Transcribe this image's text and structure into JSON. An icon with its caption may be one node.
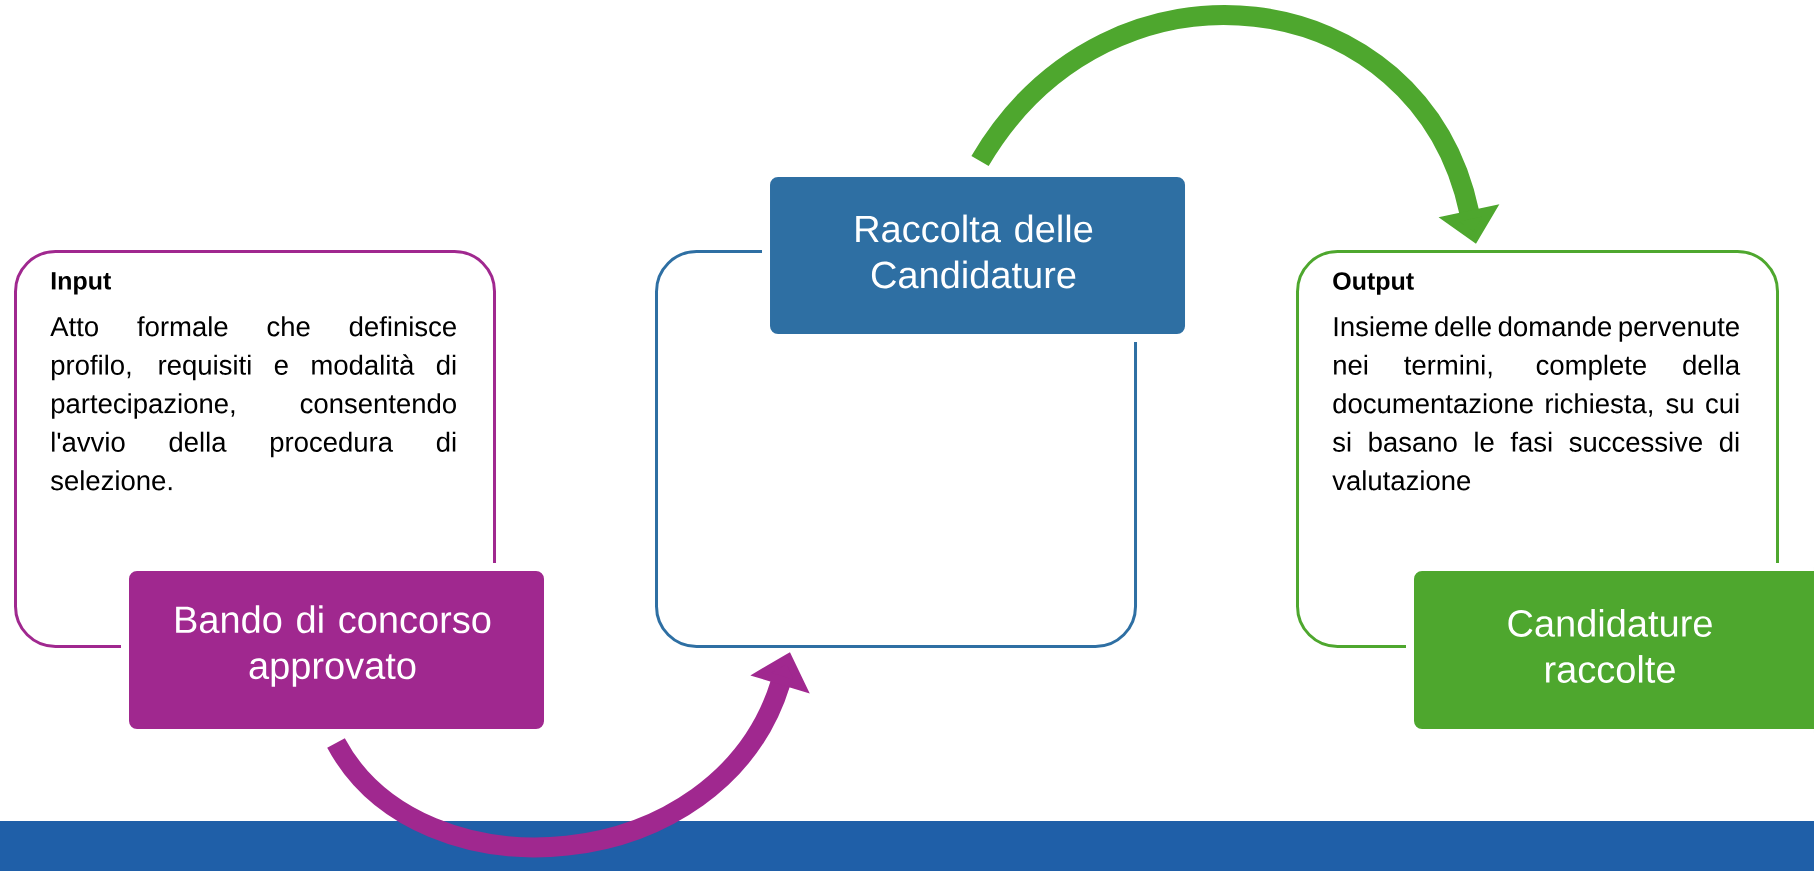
{
  "diagram": {
    "nodes": [
      {
        "text": [
          "Input",
          "Atto formale che definisce profilo, requisiti e modalità di partecipazione, consentendo l'avvio della procedura di selezione."
        ]
      },
      {
        "text": [
          "Bando di concorso approvato"
        ]
      },
      {
        "text": [],
        "shape": "box"
      },
      {
        "text": [
          "Raccolta delle Candidature"
        ]
      },
      {
        "text": [
          "Output",
          "Insieme delle domande pervenute nei termini, complete della documentazione richiesta, su cui si basano le fasi successive di valutazione"
        ]
      },
      {
        "text": [
          "Candidature raccolte"
        ]
      }
    ],
    "edges": [
      {
        "from": 1,
        "to": 2,
        "arrow": "to",
        "color": "#a0288f"
      },
      {
        "from": 3,
        "to": 4,
        "arrow": "to",
        "color": "#4ea72e"
      }
    ]
  }
}
